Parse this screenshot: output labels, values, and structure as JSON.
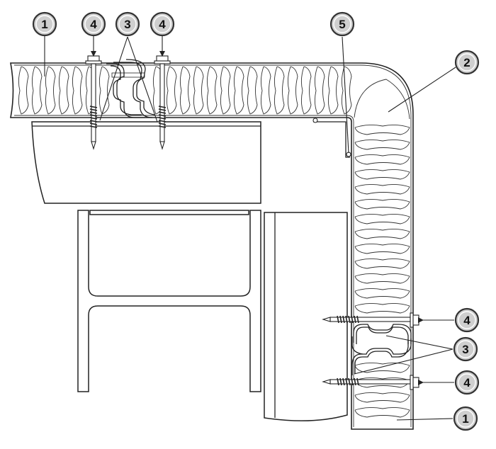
{
  "callouts": [
    {
      "id": "c1-top",
      "label": "1"
    },
    {
      "id": "c4-top-left",
      "label": "4"
    },
    {
      "id": "c3-top",
      "label": "3"
    },
    {
      "id": "c4-top-right",
      "label": "4"
    },
    {
      "id": "c5-top",
      "label": "5"
    },
    {
      "id": "c2-corner",
      "label": "2"
    },
    {
      "id": "c4-right-upper",
      "label": "4"
    },
    {
      "id": "c3-right",
      "label": "3"
    },
    {
      "id": "c4-right-lower",
      "label": "4"
    },
    {
      "id": "c1-bottom",
      "label": "1"
    }
  ],
  "colors": {
    "callout_fill": "#cfcfcf",
    "line": "#222222"
  }
}
